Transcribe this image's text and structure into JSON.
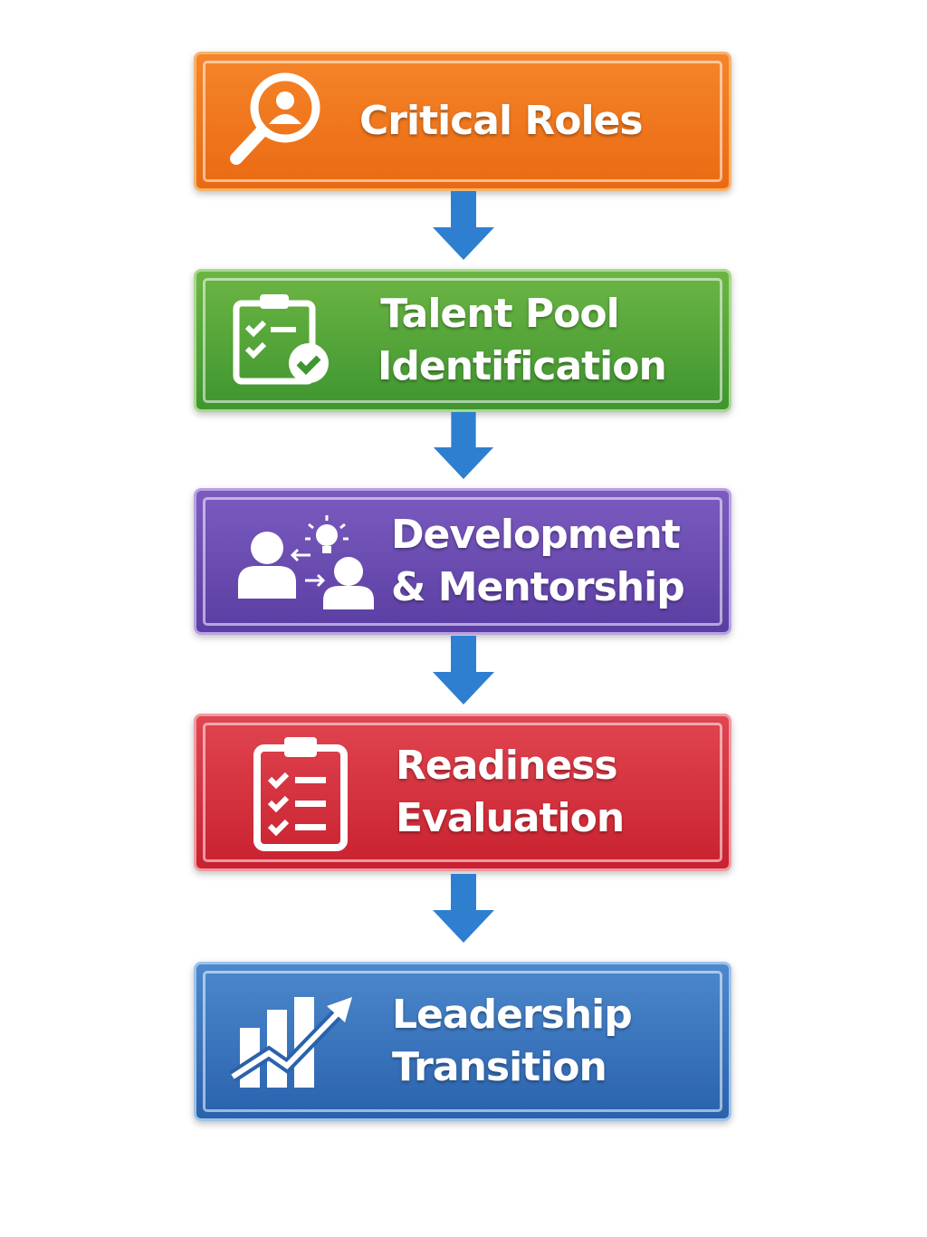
{
  "steps": [
    {
      "label": "Critical Roles",
      "icon": "magnifier-person-icon",
      "color": "#ef7a1f"
    },
    {
      "label_lines": [
        "Talent Pool",
        "Identification"
      ],
      "icon": "clipboard-check-icon",
      "color": "#55a53a"
    },
    {
      "label_lines": [
        "Development",
        "& Mentorship"
      ],
      "icon": "mentorship-icon",
      "color": "#6a4bb0"
    },
    {
      "label_lines": [
        "Readiness",
        "Evaluation"
      ],
      "icon": "checklist-icon",
      "color": "#d6303d"
    },
    {
      "label_lines": [
        "Leadership",
        "Transition"
      ],
      "icon": "growth-chart-icon",
      "color": "#3572bd"
    }
  ],
  "arrow_color": "#2f7fd0"
}
